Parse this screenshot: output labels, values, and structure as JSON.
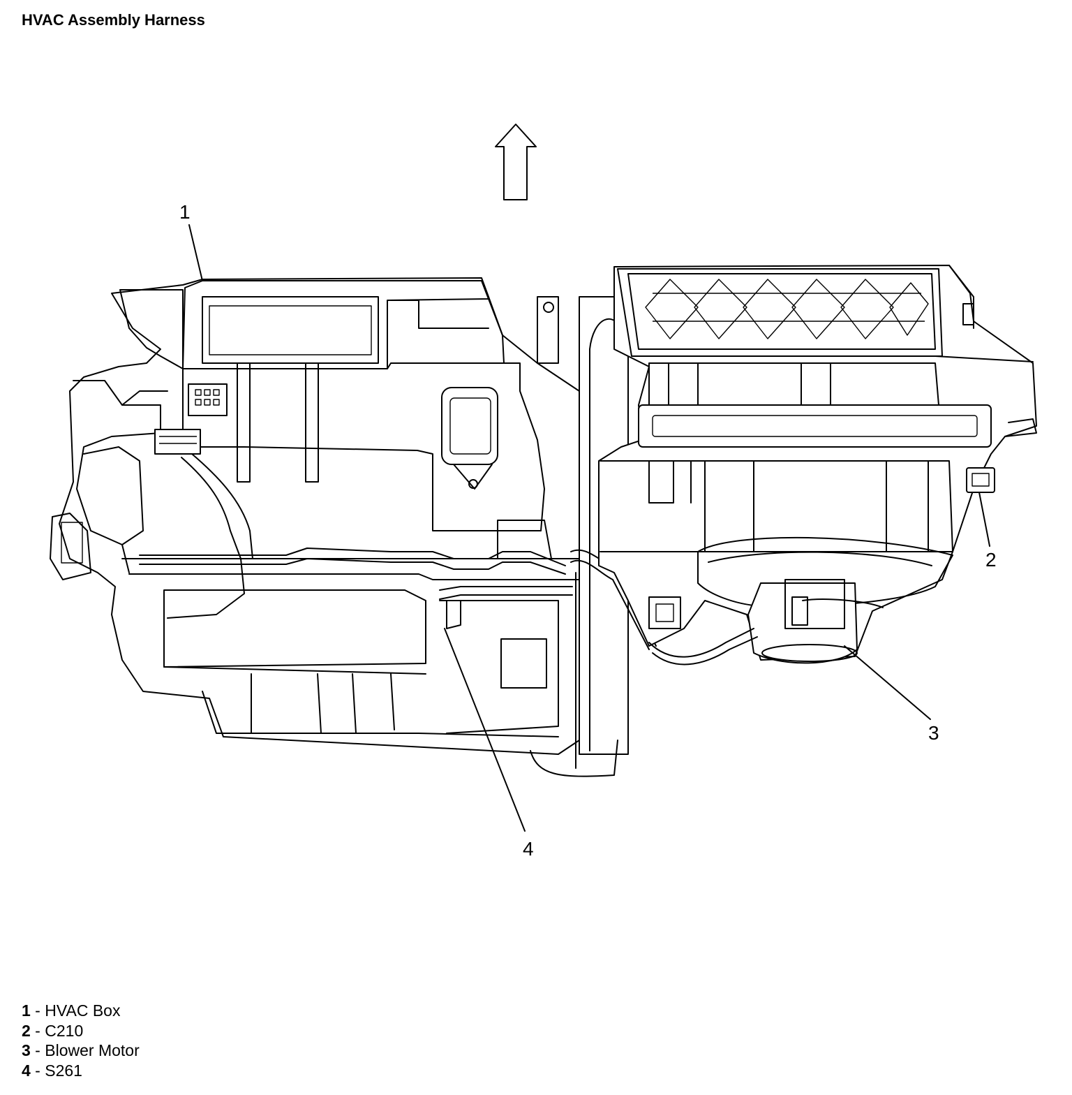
{
  "title": "HVAC Assembly Harness",
  "callouts": [
    {
      "number": "1"
    },
    {
      "number": "2"
    },
    {
      "number": "3"
    },
    {
      "number": "4"
    }
  ],
  "legend": [
    {
      "number": "1",
      "label": "HVAC Box"
    },
    {
      "number": "2",
      "label": "C210"
    },
    {
      "number": "3",
      "label": "Blower Motor"
    },
    {
      "number": "4",
      "label": "S261"
    }
  ],
  "legend_separator": " - "
}
